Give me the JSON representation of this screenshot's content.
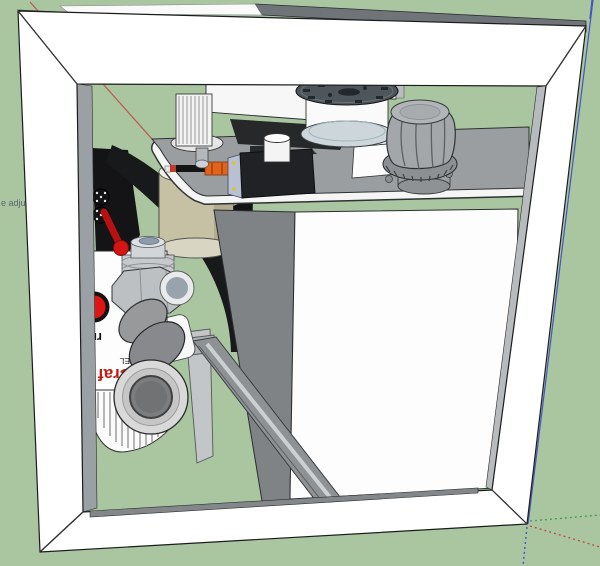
{
  "viewport": {
    "type": "3d-cad-viewport",
    "background_color": "#a9c6a1",
    "labels": {
      "side_note_partial": "e adjus",
      "tool_marking_rotated": "rn",
      "tool_marking_tiny_rotated": "EL",
      "tool_brand_partial_rotated": "Craf"
    },
    "axes": {
      "red_axis_color": "#c05a4e",
      "green_axis_color": "#4aa04f",
      "blue_axis_color": "#4553c6"
    },
    "colors": {
      "frame_white": "#ffffff",
      "platform_gray": "#9b9ea0",
      "box_side_gray": "#7f8386",
      "tan_cylinder": "#c6c1a4",
      "brand_red": "#c41f14",
      "button_red": "#df1414",
      "servo_black": "#202226",
      "servo_connector_orange": "#e2641c",
      "pulley_plate_slate": "#4e565b",
      "pulley_flange_blue_gray": "#cdd7db",
      "knob_gray": "#a4a7a9",
      "belt_black": "#18191b"
    }
  }
}
